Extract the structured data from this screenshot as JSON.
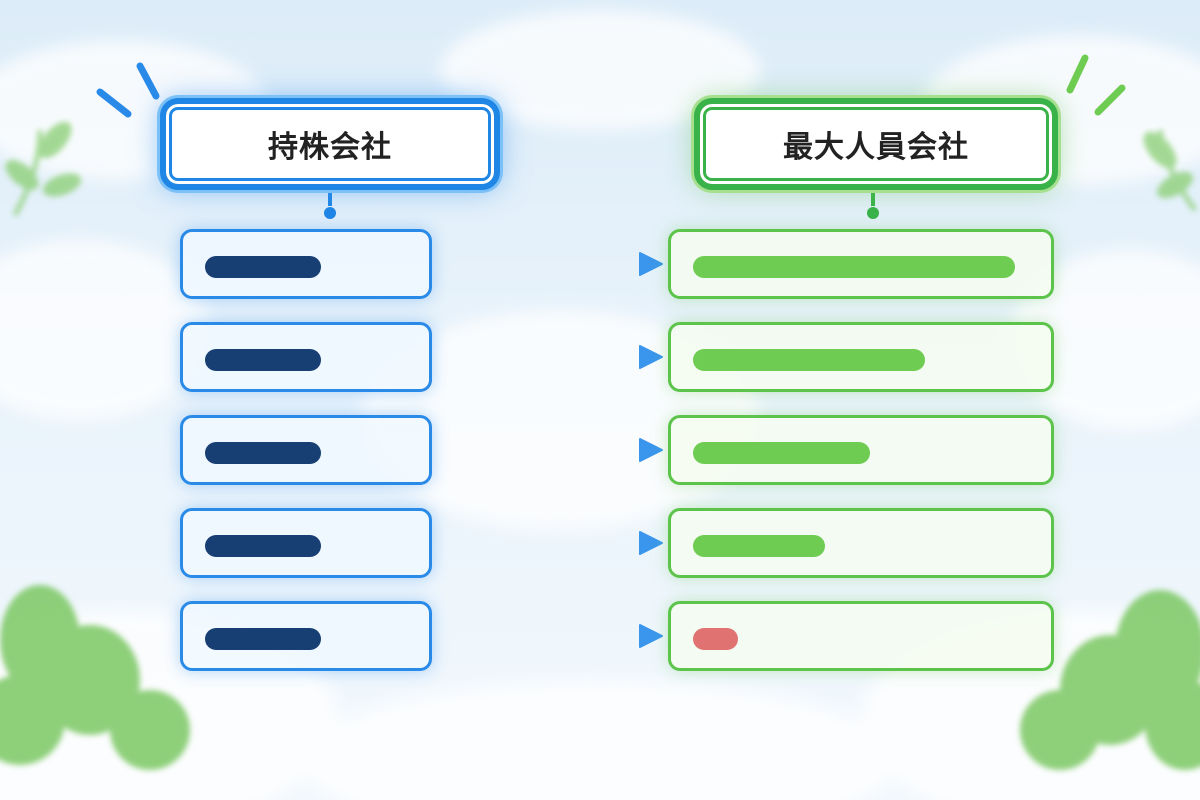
{
  "diagram": {
    "left_header": "持株会社",
    "right_header": "最大人員会社",
    "colors": {
      "left_accent": "#1f86e6",
      "right_accent": "#39b24a",
      "left_bar": "#173f73",
      "right_bar": "#6fcc52",
      "alert_bar": "#e07272"
    },
    "rows": [
      {
        "bar_fraction": 1.0,
        "status": "normal"
      },
      {
        "bar_fraction": 0.72,
        "status": "normal"
      },
      {
        "bar_fraction": 0.55,
        "status": "normal"
      },
      {
        "bar_fraction": 0.41,
        "status": "normal"
      },
      {
        "bar_fraction": 0.14,
        "status": "alert"
      }
    ]
  }
}
